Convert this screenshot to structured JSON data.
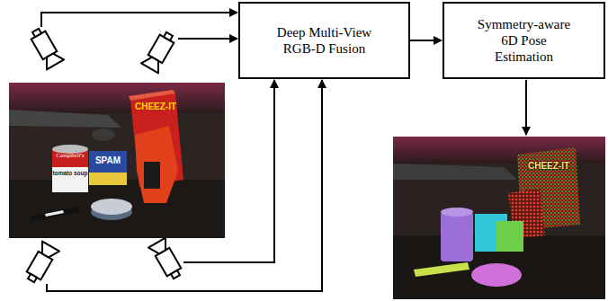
{
  "diagram": {
    "nodes": [
      {
        "text": [
          "Deep Multi-View RGB-D Fusion"
        ]
      },
      {
        "text": [
          "Symmetry-aware 6D Pose Estimation"
        ]
      }
    ],
    "edges": [
      {
        "from": 0,
        "to": 1,
        "arrow": "to"
      }
    ],
    "labels": [
      "CHEEZ-IT",
      "Campbell's",
      "tomato soup",
      "SPAM",
      "CHEEZ-IT"
    ]
  }
}
